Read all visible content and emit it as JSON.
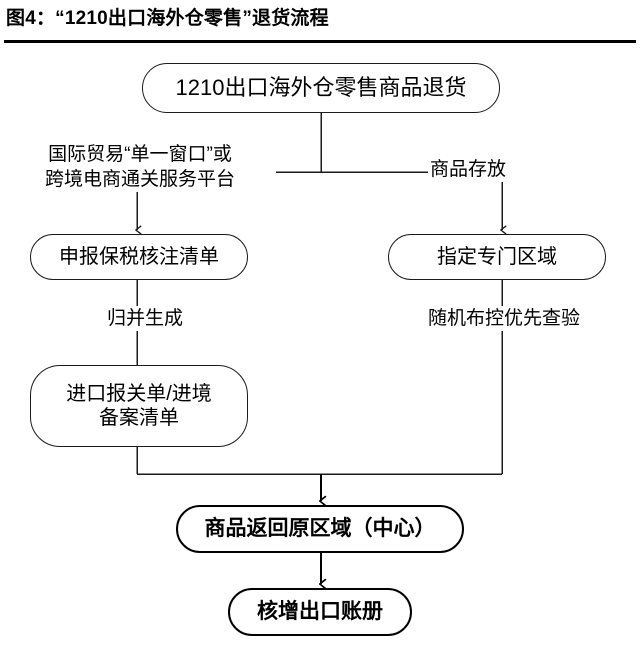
{
  "figure": {
    "title": "图4：“1210出口海外仓零售”退货流程"
  },
  "nodes": {
    "top": "1210出口海外仓零售商品退货",
    "declare": "申报保税核注清单",
    "zone": "指定专门区域",
    "customs": "进口报关单/进境\n备案清单",
    "return": "商品返回原区域（中心）",
    "ledger": "核增出口账册"
  },
  "edge_labels": {
    "platform": "国际贸易“单一窗口”或\n跨境电商通关服务平台",
    "storage": "商品存放",
    "merge": "归并生成",
    "random": "随机布控优先查验"
  },
  "colors": {
    "line": "#1b1b1b",
    "bold_line": "#000000",
    "text": "#000000",
    "background": "#ffffff"
  }
}
